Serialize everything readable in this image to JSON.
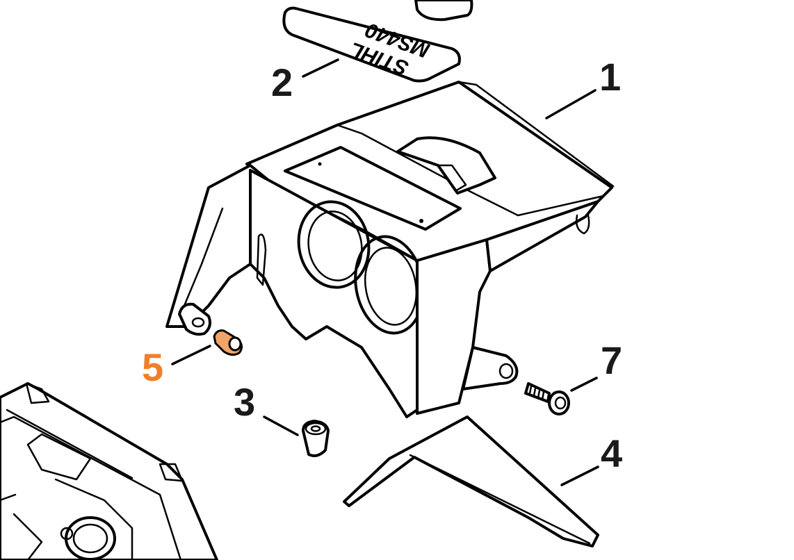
{
  "callouts": {
    "c1": "1",
    "c2": "2",
    "c3": "3",
    "c4": "4",
    "c5": "5",
    "c7": "7"
  },
  "nameplate": {
    "brand": "STIHL",
    "model": "MS440"
  },
  "colors": {
    "highlight": "#f07f2a",
    "line": "#000000",
    "background": "#ffffff"
  }
}
